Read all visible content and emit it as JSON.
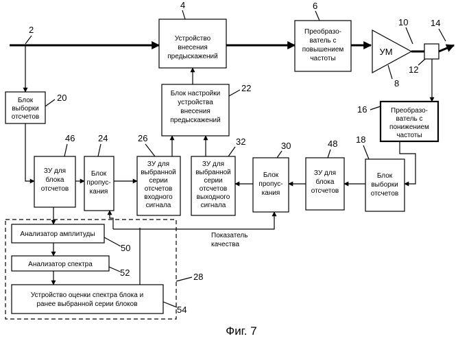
{
  "caption": "Фиг. 7",
  "blocks": {
    "predistorter": [
      "Устройство",
      "внесения",
      "предыскажений"
    ],
    "upconverter": [
      "Преобразо-",
      "ватель с",
      "повышением",
      "частоты"
    ],
    "amplifier": "УМ",
    "tuner": [
      "Блок настройки",
      "устройства",
      "внесения",
      "предыскажений"
    ],
    "sampler_left": [
      "Блок",
      "выборки",
      "отсчетов"
    ],
    "downconverter": [
      "Преобразо-",
      "ватель с",
      "понижением",
      "частоты"
    ],
    "mem_block_left": [
      "ЗУ для",
      "блока",
      "отсчетов"
    ],
    "pass_left": [
      "Блок",
      "пропус-",
      "кания"
    ],
    "mem_input": [
      "ЗУ для",
      "выбранной",
      "серии",
      "отсчетов",
      "входного",
      "сигнала"
    ],
    "mem_output": [
      "ЗУ для",
      "выбранной",
      "серии",
      "отсчетов",
      "выходного",
      "сигнала"
    ],
    "pass_right": [
      "Блок",
      "пропус-",
      "кания"
    ],
    "mem_block_right": [
      "ЗУ для",
      "блока",
      "отсчетов"
    ],
    "sampler_right": [
      "Блок",
      "выборки",
      "отсчетов"
    ],
    "amp_analyzer": "Анализатор амплитуды",
    "spec_analyzer": "Анализатор спектра",
    "spec_estimator": [
      "Устройство оценки  спектра блока и",
      "ранее выбранной серии блоков"
    ]
  },
  "quality_label": [
    "Показатель",
    "качества"
  ],
  "refs": {
    "r2": "2",
    "r4": "4",
    "r6": "6",
    "r8": "8",
    "r10": "10",
    "r12": "12",
    "r14": "14",
    "r16": "16",
    "r18": "18",
    "r20": "20",
    "r22": "22",
    "r24": "24",
    "r26": "26",
    "r28": "28",
    "r30": "30",
    "r32": "32",
    "r46": "46",
    "r48": "48",
    "r50": "50",
    "r52": "52",
    "r54": "54"
  }
}
